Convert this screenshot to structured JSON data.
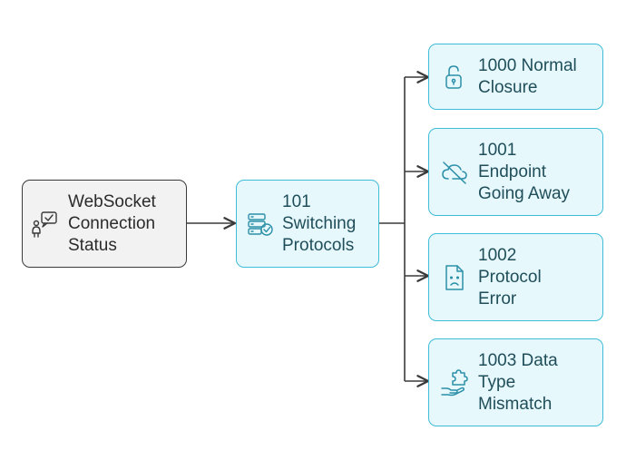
{
  "diagram": {
    "root": {
      "lines": [
        "WebSocket",
        "Connection",
        "Status"
      ],
      "icon": "person-message-check-icon"
    },
    "middle": {
      "lines": [
        "101",
        "Switching",
        "Protocols"
      ],
      "icon": "server-check-icon"
    },
    "branches": [
      {
        "lines": [
          "1000 Normal",
          "Closure"
        ],
        "icon": "unlock-icon"
      },
      {
        "lines": [
          "1001",
          "Endpoint",
          "Going Away"
        ],
        "icon": "cloud-off-icon"
      },
      {
        "lines": [
          "1002",
          "Protocol",
          "Error"
        ],
        "icon": "sad-document-icon"
      },
      {
        "lines": [
          "1003 Data",
          "Type",
          "Mismatch"
        ],
        "icon": "puzzle-hand-icon"
      }
    ],
    "colors": {
      "accent": "#3fbcd8",
      "node_fill": "#e6f8fc",
      "root_fill": "#f2f2f2",
      "connector": "#3a3a3a"
    }
  }
}
